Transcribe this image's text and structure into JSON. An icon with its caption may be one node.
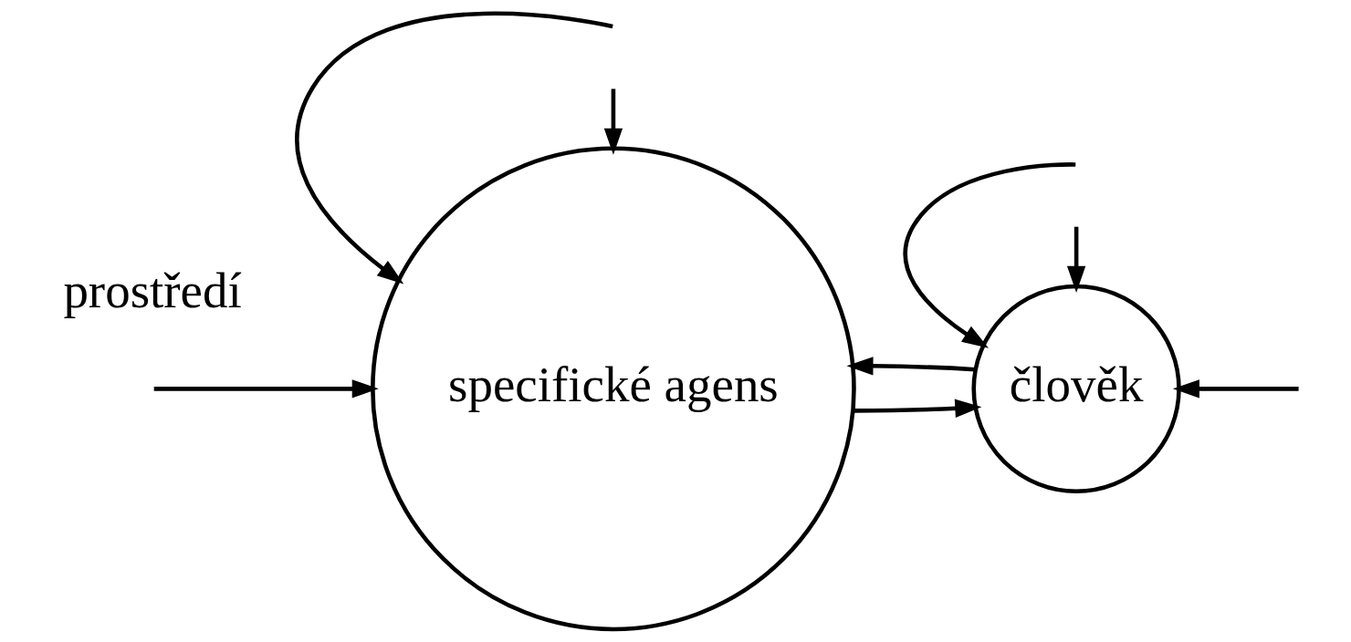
{
  "diagram": {
    "nodes": [
      {
        "text": [
          "specifické agens"
        ]
      },
      {
        "text": [
          "člověk"
        ]
      }
    ],
    "edges": [
      {
        "from": 0,
        "to": 1,
        "arrow": "to"
      },
      {
        "from": 1,
        "to": 0,
        "arrow": "to"
      },
      {
        "from": null,
        "to": 0,
        "arrow": "to"
      },
      {
        "from": null,
        "to": 1,
        "arrow": "to"
      },
      {
        "from": null,
        "to": 0,
        "arrow": "to"
      },
      {
        "from": null,
        "to": 1,
        "arrow": "to"
      },
      {
        "from": null,
        "to": 0,
        "arrow": "to"
      },
      {
        "from": null,
        "to": 1,
        "arrow": "to"
      }
    ],
    "labels": [
      "prostředí"
    ]
  }
}
